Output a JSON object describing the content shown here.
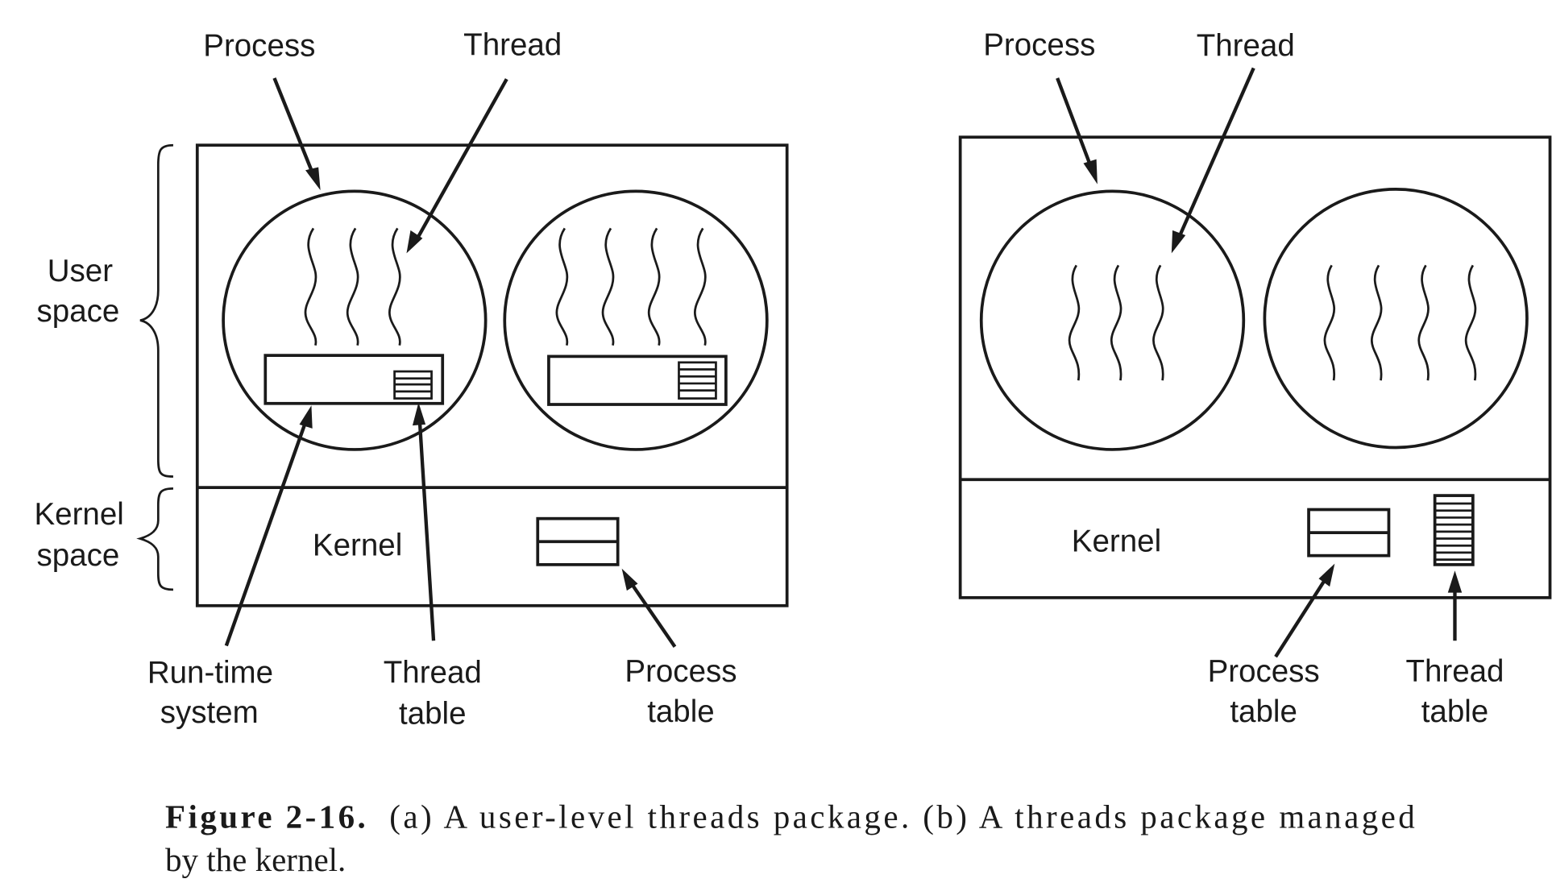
{
  "figure_a": {
    "labels": {
      "process": "Process",
      "thread": "Thread",
      "user_space_1": "User",
      "user_space_2": "space",
      "kernel_space_1": "Kernel",
      "kernel_space_2": "space",
      "kernel": "Kernel",
      "runtime_1": "Run-time",
      "runtime_2": "system",
      "thread_table_1": "Thread",
      "thread_table_2": "table",
      "process_table_1": "Process",
      "process_table_2": "table"
    },
    "processes": [
      {
        "threads": 3
      },
      {
        "threads": 4
      }
    ]
  },
  "figure_b": {
    "labels": {
      "process": "Process",
      "thread": "Thread",
      "kernel": "Kernel",
      "process_table_1": "Process",
      "process_table_2": "table",
      "thread_table_1": "Thread",
      "thread_table_2": "table"
    },
    "processes": [
      {
        "threads": 3
      },
      {
        "threads": 4
      }
    ]
  },
  "caption": {
    "number": "Figure 2-16.",
    "line1": "(a) A user-level threads package. (b) A threads package managed",
    "line2": "by the kernel."
  }
}
